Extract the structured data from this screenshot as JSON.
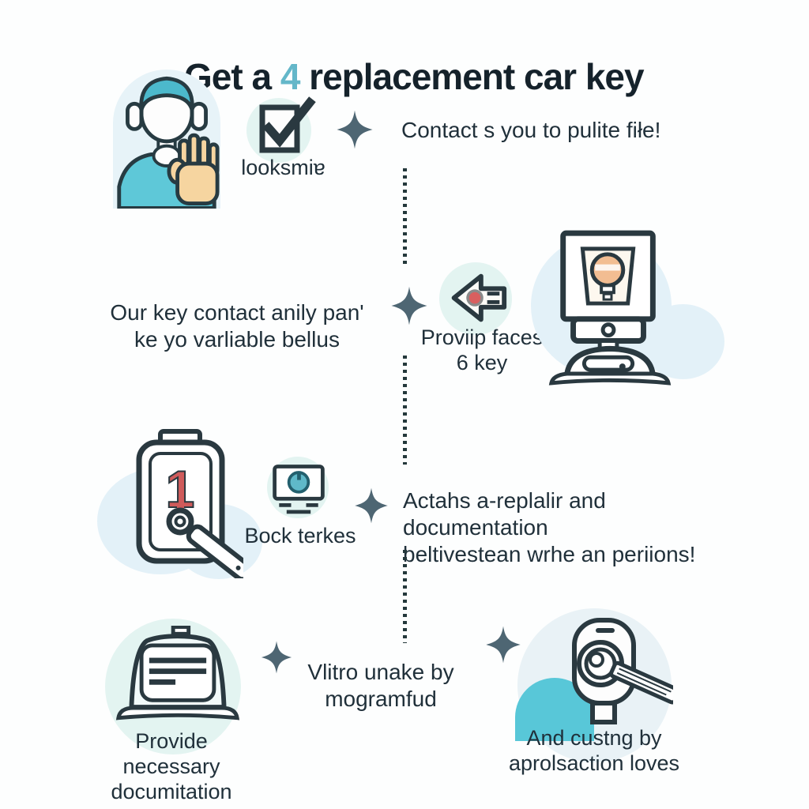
{
  "title": {
    "part1": "Get a ",
    "number": "4",
    "part2": " replacement car key"
  },
  "steps": {
    "row1": {
      "checkbox_label": "looksmiɐ",
      "text": "Contact s you to pulite fiłe!"
    },
    "row2": {
      "left_line1": "Our key contact anily pan'",
      "left_line2": "ke yo varliable bellus",
      "arrow_label_line1": "Proviip faces",
      "arrow_label_line2": "6 key"
    },
    "row3": {
      "monitor_label": "Bock terkes",
      "text_line1": "Actahs a-replalir and documentation",
      "text_line2": "beltivestean wrhe an periions!"
    },
    "row4": {
      "doc_label_line1": "Provide necessary",
      "doc_label_line2": "documitation",
      "mid_line1": "Vlitro unake by",
      "mid_line2": "mogramfud",
      "key_label_line1": "And custng by",
      "key_label_line2": "aprolsaction loves"
    }
  },
  "colors": {
    "accent_teal": "#64b7c9",
    "plus_icon": "#4e6673",
    "outline": "#2a3940",
    "red_accent": "#d95f5f",
    "bubble_blue": "#e3f1f8",
    "bubble_teal": "#e3f4f1",
    "shirt_teal": "#5ec8d8",
    "hand_tan": "#f6d5a0",
    "text": "#20303a"
  }
}
